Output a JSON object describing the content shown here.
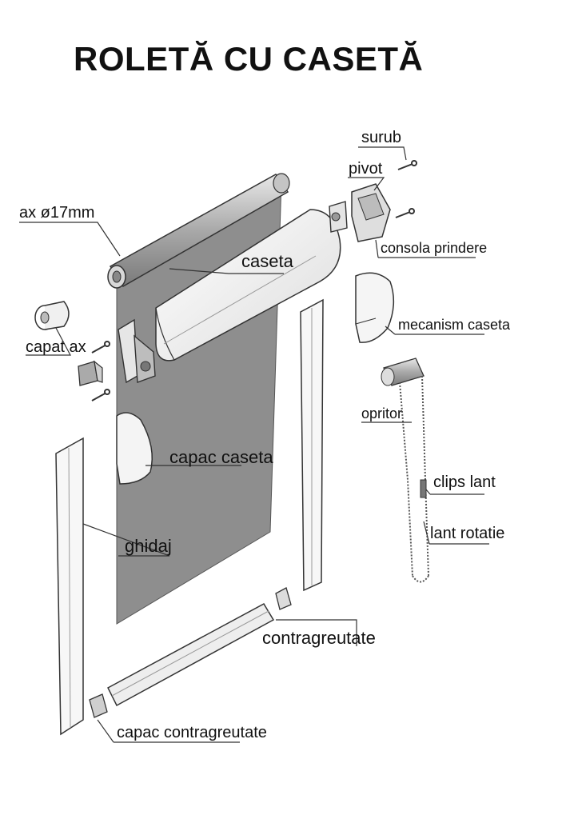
{
  "diagram": {
    "title": "ROLETĂ CU CASETĂ",
    "labels": {
      "surub": "surub",
      "pivot": "pivot",
      "ax": "ax ø17mm",
      "caseta": "caseta",
      "consola": "consola prindere",
      "capat_ax": "capat ax",
      "mecanism": "mecanism caseta",
      "opritor": "opritor",
      "capac_caseta": "capac caseta",
      "clips_lant": "clips lant",
      "ghidaj": "ghidaj",
      "lant_rotatie": "lant rotatie",
      "contragreutate": "contragreutate",
      "capac_contragreutate": "capac contragreutate"
    }
  },
  "colors": {
    "fabric": "#8e8e8e",
    "line": "#333333",
    "part_fill": "#f2f2f2",
    "rod": "#b8b8b8"
  }
}
